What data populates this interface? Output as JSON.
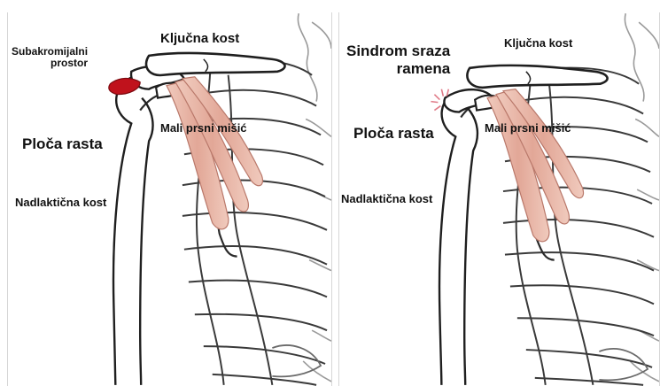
{
  "left_panel": {
    "labels": {
      "subacromial_space": "Subakromijalni\nprostor",
      "clavicle": "Ključna kost",
      "pectoralis_minor": "Mali prsni mišić",
      "growth_plate": "Ploča rasta",
      "humerus": "Nadlaktična kost"
    }
  },
  "right_panel": {
    "labels": {
      "impingement": "Sindrom sraza\nramena",
      "clavicle": "Ključna kost",
      "pectoralis_minor": "Mali prsni mišić",
      "growth_plate": "Ploča rasta",
      "humerus": "Nadlaktična kost"
    }
  },
  "colors": {
    "muscle": "#e8b6a6",
    "muscle_stroke": "#b9786a",
    "subacromial_highlight": "#c0121c",
    "bone_stroke": "#1f1f1f",
    "faint_bone_stroke": "#8e8e8e"
  }
}
